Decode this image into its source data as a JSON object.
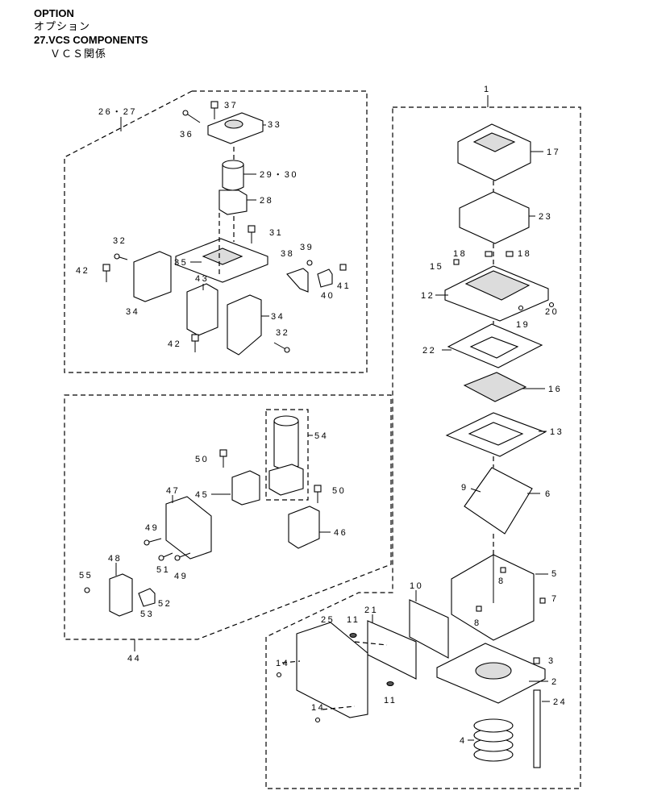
{
  "header": {
    "line1": "OPTION",
    "line2": "オプション",
    "line3": "27.VCS COMPONENTS",
    "line4": "ＶＣＳ関係"
  },
  "labels": {
    "p1": "1",
    "p2": "2",
    "p3": "3",
    "p4": "4",
    "p5": "5",
    "p6": "6",
    "p7": "7",
    "p8a": "8",
    "p8b": "8",
    "p9": "9",
    "p10": "10",
    "p11a": "11",
    "p11b": "11",
    "p12": "12",
    "p13": "13",
    "p14a": "14",
    "p14b": "14",
    "p15": "15",
    "p16": "16",
    "p17": "17",
    "p18a": "18",
    "p18b": "18",
    "p19": "19",
    "p20": "20",
    "p21": "21",
    "p22": "22",
    "p23": "23",
    "p24": "24",
    "p25": "25",
    "p2627": "26・27",
    "p28": "28",
    "p2930": "29・30",
    "p31": "31",
    "p32a": "32",
    "p32b": "32",
    "p33": "33",
    "p34a": "34",
    "p34b": "34",
    "p35": "35",
    "p36": "36",
    "p37": "37",
    "p38": "38",
    "p39": "39",
    "p40": "40",
    "p41": "41",
    "p42a": "42",
    "p42b": "42",
    "p43": "43",
    "p44": "44",
    "p45": "45",
    "p46": "46",
    "p47": "47",
    "p48": "48",
    "p49a": "49",
    "p49b": "49",
    "p50a": "50",
    "p50b": "50",
    "p51": "51",
    "p52": "52",
    "p53": "53",
    "p54": "54",
    "p55": "55"
  }
}
